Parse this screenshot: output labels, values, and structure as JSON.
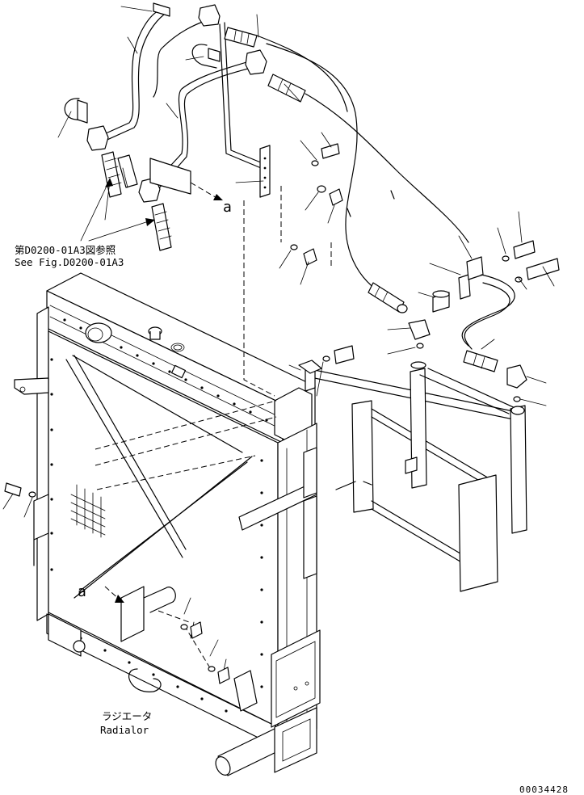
{
  "labels": {
    "ref_jp": "第D0200-01A3図参照",
    "ref_en": "See Fig.D0200-01A3",
    "radiator_jp": "ラジエータ",
    "radiator_en": "Radialor",
    "marker_a_top": "a",
    "marker_a_bottom": "a",
    "drawing_number": "00034428"
  }
}
